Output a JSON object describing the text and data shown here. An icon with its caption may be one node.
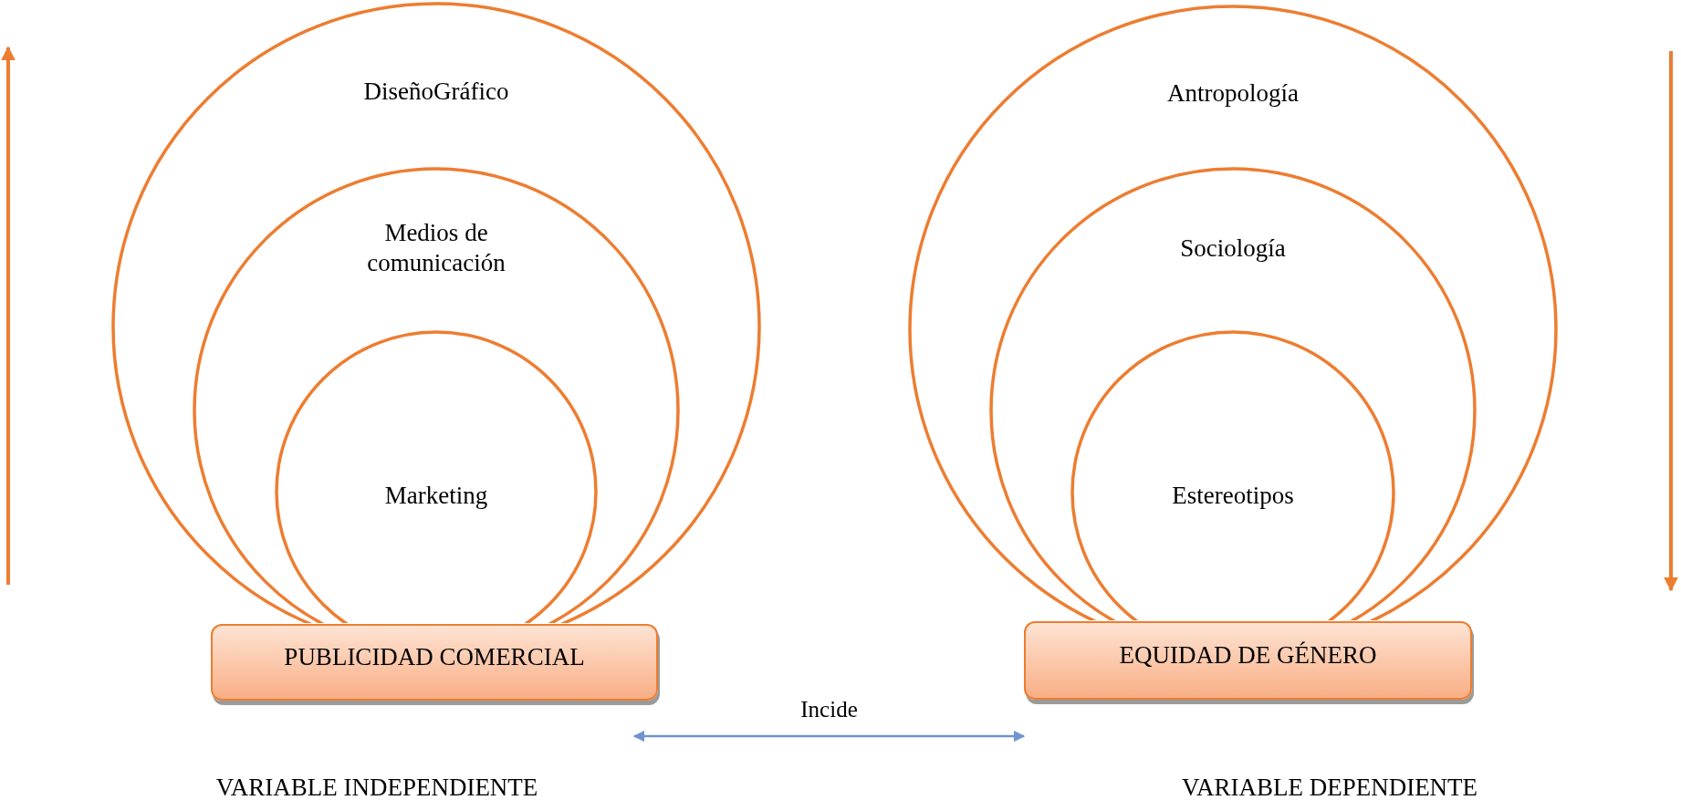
{
  "diagram": {
    "nodes": [
      {
        "text": [
          "DiseñoGráfico"
        ]
      },
      {
        "text": [
          "Medios de comunicación"
        ],
        "in": 0
      },
      {
        "text": [
          "Marketing"
        ],
        "in": 1
      },
      {
        "text": [
          "PUBLICIDAD COMERCIAL"
        ]
      },
      {
        "text": [
          "Antropología"
        ]
      },
      {
        "text": [
          "Sociología"
        ],
        "in": 4
      },
      {
        "text": [
          "Estereotipos"
        ],
        "in": 5
      },
      {
        "text": [
          "EQUIDAD DE GÉNERO"
        ]
      }
    ],
    "edges": [
      {
        "from": 3,
        "to": 7,
        "arrow": "both",
        "label": "Incide",
        "color": "#6f94d0"
      }
    ],
    "labels": [
      "VARIABLE INDEPENDIENTE",
      "VARIABLE DEPENDIENTE"
    ]
  }
}
